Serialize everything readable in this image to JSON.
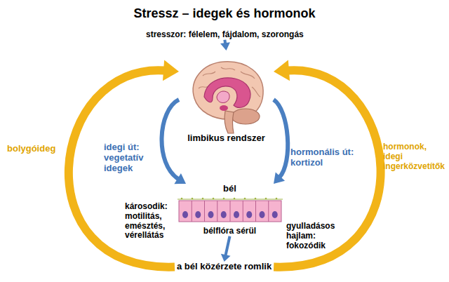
{
  "diagram": {
    "title": "Stressz – idegek és hormonok",
    "nodes": [
      {
        "text": [
          "stresszor: félelem, fájdalom, szorongás"
        ]
      },
      {
        "text": [
          "limbikus rendszer"
        ]
      },
      {
        "text": [
          "bél",
          "bélflóra sérül"
        ]
      },
      {
        "text": [
          "a bél közérzete romlik"
        ]
      }
    ],
    "edges": [
      {
        "from": 0,
        "to": 1,
        "arrow": "to"
      },
      {
        "from": 1,
        "to": 2,
        "label": "idegi út: vegetatív idegek",
        "arrow": "to"
      },
      {
        "from": 1,
        "to": 2,
        "label": "hormonális út: kortizol",
        "arrow": "to"
      },
      {
        "from": 2,
        "to": 3,
        "arrow": "to"
      },
      {
        "from": 3,
        "to": 1,
        "label": "bolygóideg",
        "arrow": "to"
      },
      {
        "from": 3,
        "to": 1,
        "label": "hormonok, idegi ingerközvetítők",
        "arrow": "to"
      }
    ],
    "labels": [
      "károsodik: motilitás, emésztés, vérellátás",
      "gyulladásos hajlam: fokozódik"
    ]
  }
}
